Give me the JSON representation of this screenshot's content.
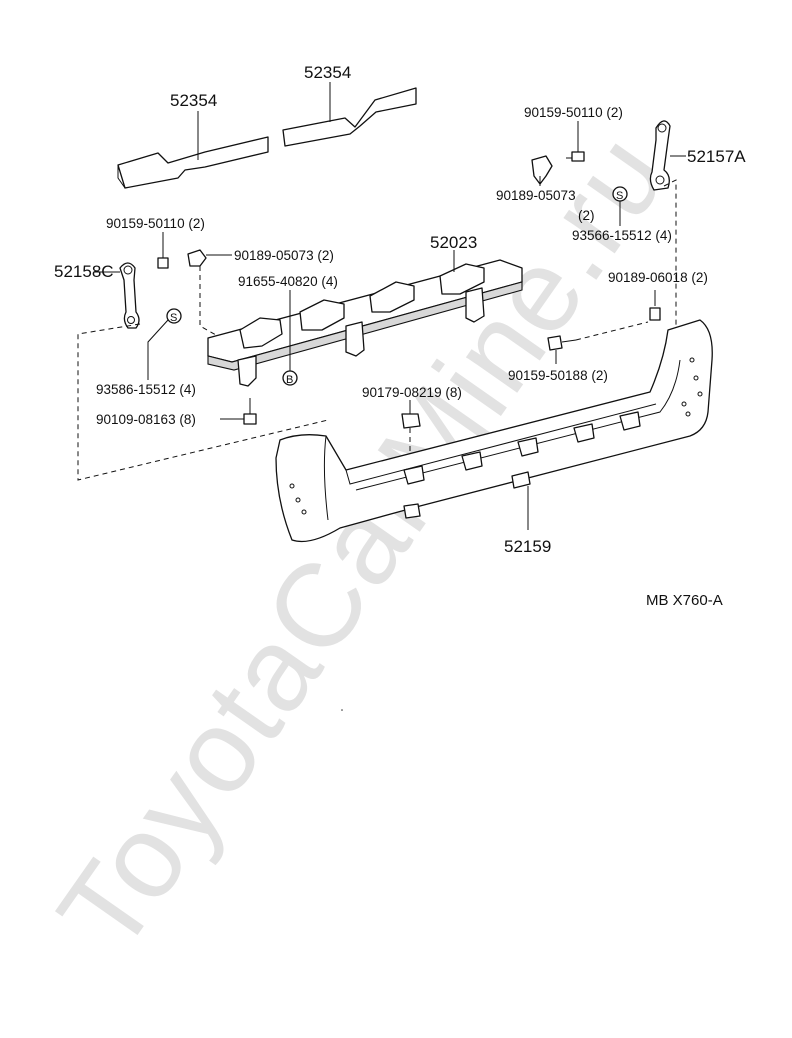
{
  "watermark": "ToyotaCarMine.ru",
  "diagram_code": "MB X760-A",
  "callouts": {
    "reinforce_left": "52354",
    "reinforce_right": "52354",
    "bolt_top_right": "90159-50110 (2)",
    "bracket_right": "52157A",
    "clip_top_right": "90189-05073",
    "clip_top_right_qty": "(2)",
    "s_right": "93566-15512 (4)",
    "clip_right_mid": "90189-06018 (2)",
    "bolt_left": "90159-50110 (2)",
    "clip_left": "90189-05073 (2)",
    "bracket_left": "52158C",
    "reinforcement": "52023",
    "b_bolt": "91655-40820 (4)",
    "s_left": "93586-15512 (4)",
    "bolt_lower_left": "90109-08163 (8)",
    "nut_center": "90179-08219 (8)",
    "screw_right": "90159-50188 (2)",
    "bumper_cover": "52159"
  },
  "symbols": {
    "s_marker": "S",
    "b_marker": "B"
  }
}
